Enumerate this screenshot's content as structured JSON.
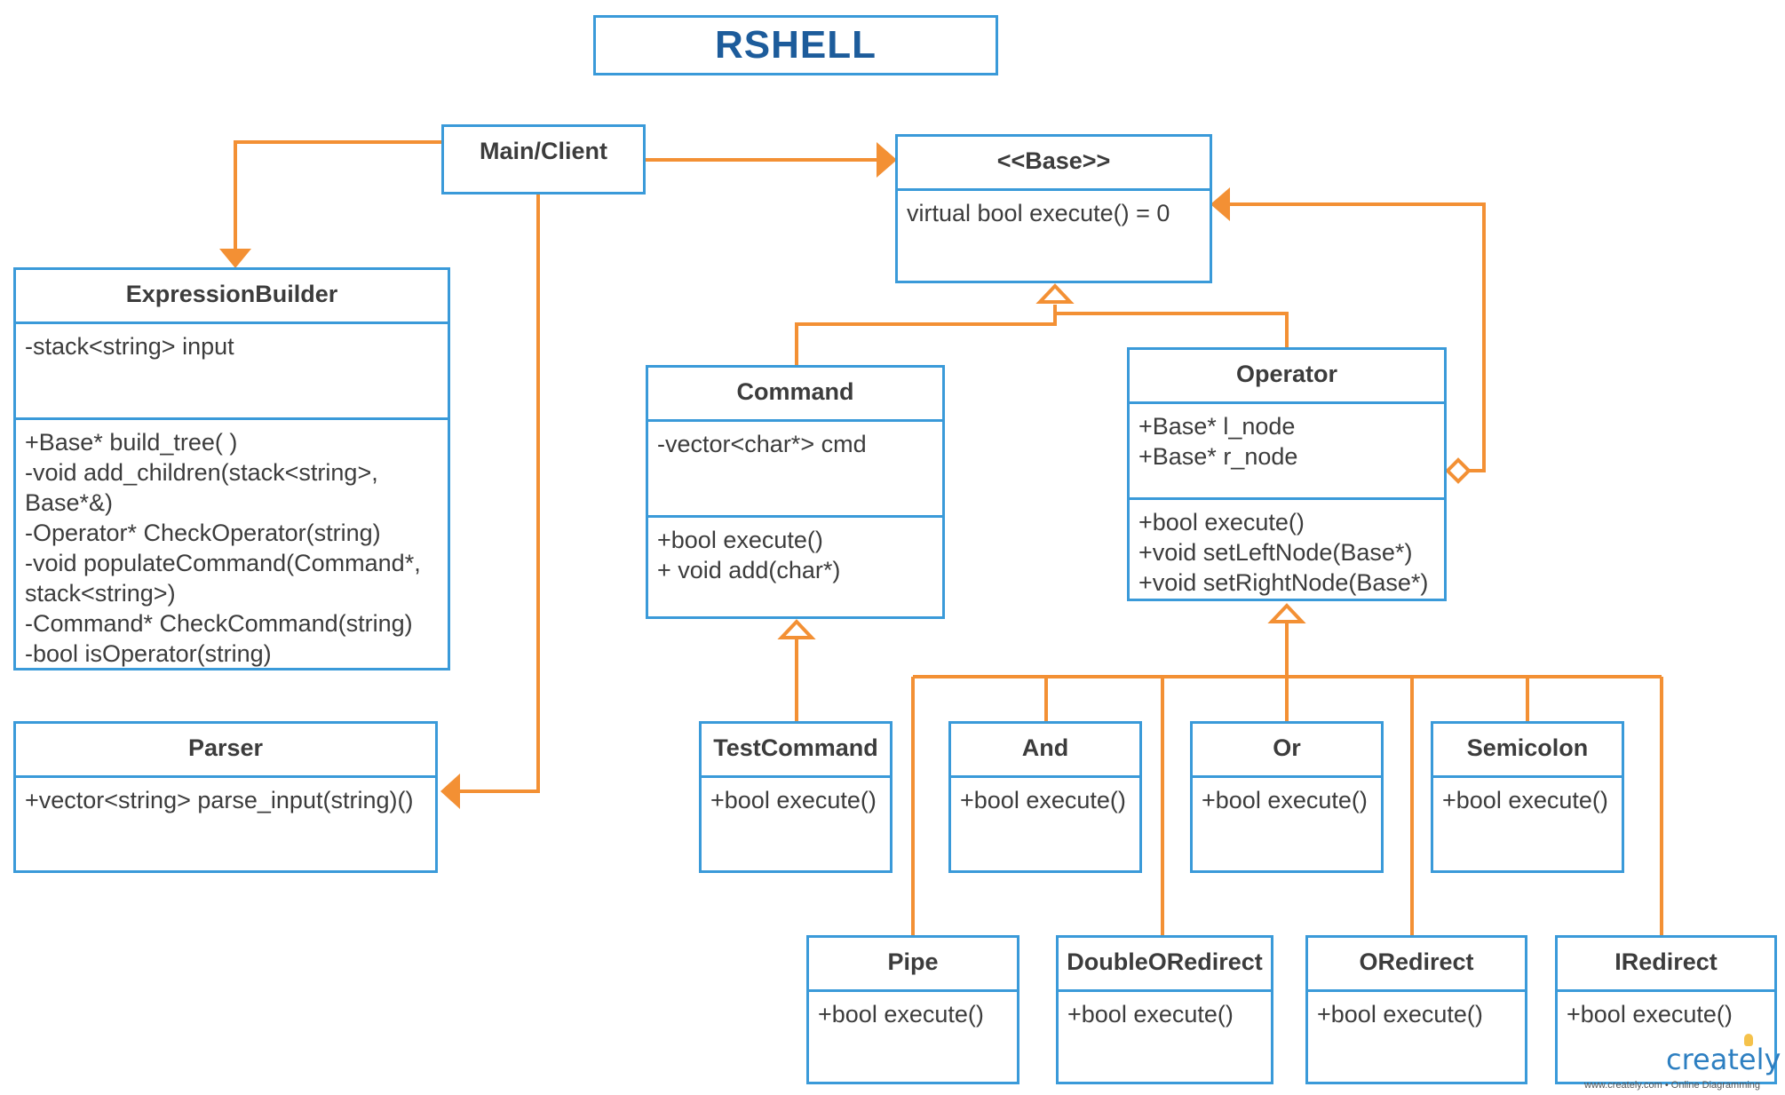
{
  "title": "RSHELL",
  "colors": {
    "box_border": "#3a9ad9",
    "title_text": "#1d5c9b",
    "connector": "#f39034"
  },
  "classes": {
    "main_client": {
      "name": "Main/Client",
      "sections": []
    },
    "base": {
      "name": "<<Base>>",
      "sections": [
        [
          "virtual bool execute() = 0"
        ]
      ]
    },
    "expression_builder": {
      "name": "ExpressionBuilder",
      "sections": [
        [
          "-stack<string> input"
        ],
        [
          "+Base* build_tree( )",
          "-void add_children(stack<string>,",
          "Base*&)",
          "-Operator* CheckOperator(string)",
          "-void populateCommand(Command*,",
          "stack<string>)",
          "-Command* CheckCommand(string)",
          "-bool isOperator(string)"
        ]
      ]
    },
    "parser": {
      "name": "Parser",
      "sections": [
        [
          "+vector<string> parse_input(string)()"
        ]
      ]
    },
    "command": {
      "name": "Command",
      "sections": [
        [
          "-vector<char*> cmd"
        ],
        [
          "+bool execute()",
          "+ void add(char*)"
        ]
      ]
    },
    "operator": {
      "name": "Operator",
      "sections": [
        [
          "+Base* l_node",
          "+Base* r_node"
        ],
        [
          "+bool execute()",
          "+void setLeftNode(Base*)",
          "+void setRightNode(Base*)"
        ]
      ]
    },
    "test_command": {
      "name": "TestCommand",
      "sections": [
        [
          "+bool execute()"
        ]
      ]
    },
    "and": {
      "name": "And",
      "sections": [
        [
          "+bool execute()"
        ]
      ]
    },
    "or": {
      "name": "Or",
      "sections": [
        [
          "+bool execute()"
        ]
      ]
    },
    "semicolon": {
      "name": "Semicolon",
      "sections": [
        [
          "+bool execute()"
        ]
      ]
    },
    "pipe": {
      "name": "Pipe",
      "sections": [
        [
          "+bool execute()"
        ]
      ]
    },
    "double_oredirect": {
      "name": "DoubleORedirect",
      "sections": [
        [
          "+bool execute()"
        ]
      ]
    },
    "oredirect": {
      "name": "ORedirect",
      "sections": [
        [
          "+bool execute()"
        ]
      ]
    },
    "iredirect": {
      "name": "IRedirect",
      "sections": [
        [
          "+bool execute()"
        ]
      ]
    }
  },
  "relations": [
    {
      "from": "main_client",
      "to": "expression_builder",
      "type": "association"
    },
    {
      "from": "main_client",
      "to": "base",
      "type": "association"
    },
    {
      "from": "main_client",
      "to": "parser",
      "type": "association"
    },
    {
      "from": "command",
      "to": "base",
      "type": "generalization"
    },
    {
      "from": "operator",
      "to": "base",
      "type": "generalization"
    },
    {
      "from": "operator",
      "to": "base",
      "type": "aggregation"
    },
    {
      "from": "test_command",
      "to": "command",
      "type": "generalization"
    },
    {
      "from": "and",
      "to": "operator",
      "type": "generalization"
    },
    {
      "from": "or",
      "to": "operator",
      "type": "generalization"
    },
    {
      "from": "semicolon",
      "to": "operator",
      "type": "generalization"
    },
    {
      "from": "pipe",
      "to": "operator",
      "type": "generalization"
    },
    {
      "from": "double_oredirect",
      "to": "operator",
      "type": "generalization"
    },
    {
      "from": "oredirect",
      "to": "operator",
      "type": "generalization"
    },
    {
      "from": "iredirect",
      "to": "operator",
      "type": "generalization"
    }
  ],
  "logo": {
    "brand": "creately",
    "tagline": "www.creately.com • Online Diagramming"
  }
}
